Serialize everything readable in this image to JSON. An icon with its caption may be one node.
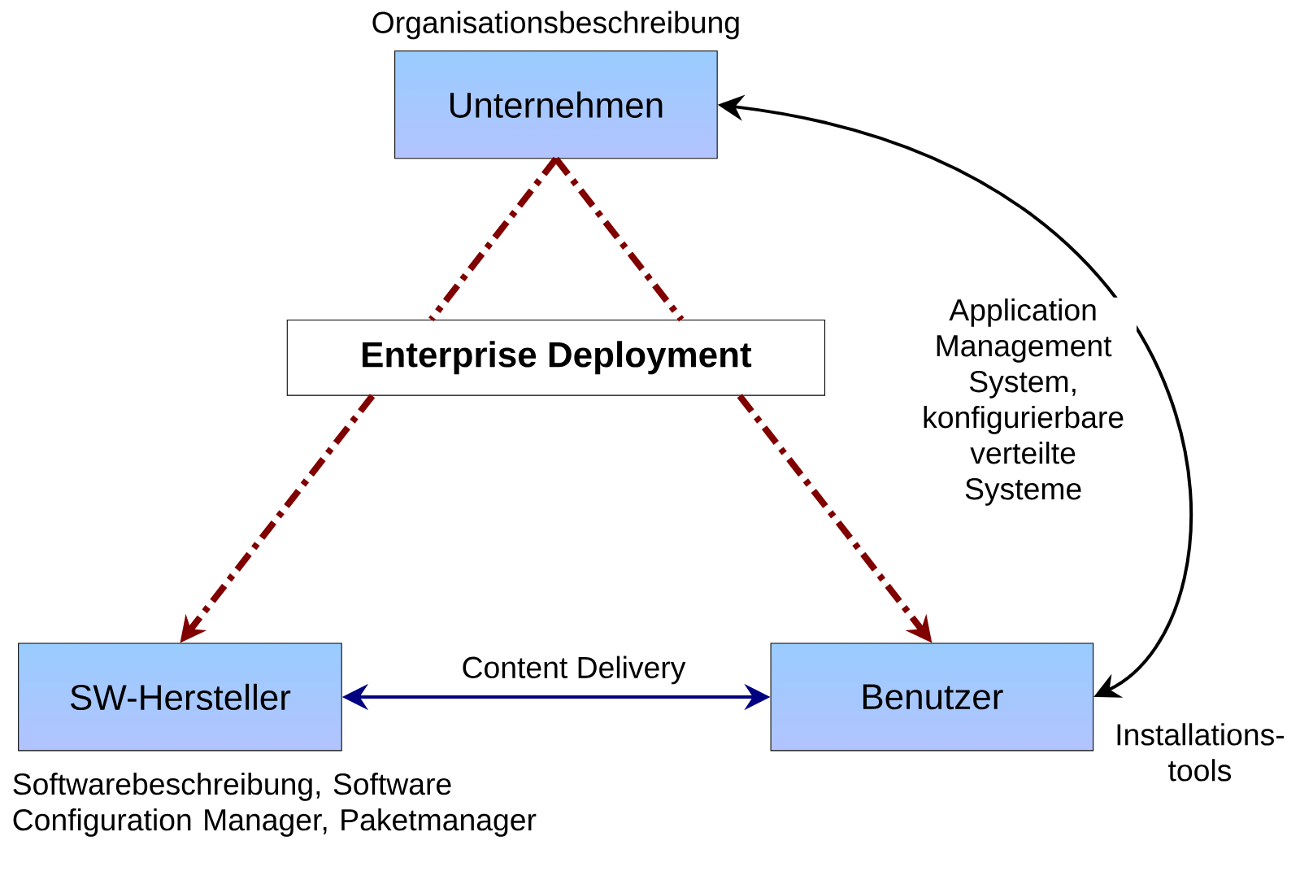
{
  "diagram": {
    "nodes": [
      {
        "text": [
          "Unternehmen"
        ],
        "beside": [
          "Organisationsbeschreibung"
        ]
      },
      {
        "text": [
          "Enterprise Deployment"
        ]
      },
      {
        "text": [
          "SW-Hersteller"
        ],
        "beside": [
          "Softwarebeschreibung, Software Configuration Manager, Paketmanager"
        ]
      },
      {
        "text": [
          "Benutzer"
        ],
        "beside": [
          "Installations- tools"
        ]
      }
    ],
    "edges": [
      {
        "from": 0,
        "to": 1,
        "arrow": "none",
        "style": "dashed",
        "color": "#800000"
      },
      {
        "from": 0,
        "to": 1,
        "arrow": "none",
        "style": "dashed",
        "color": "#800000"
      },
      {
        "from": 1,
        "to": 2,
        "arrow": "to",
        "style": "dashed",
        "color": "#800000"
      },
      {
        "from": 1,
        "to": 3,
        "arrow": "to",
        "style": "dashed",
        "color": "#800000"
      },
      {
        "from": 2,
        "to": 3,
        "arrow": "both",
        "label": "Content Delivery",
        "color": "#000080"
      },
      {
        "from": 3,
        "to": 0,
        "arrow": "both",
        "label": "Application Management System, konfigurierbare verteilte Systeme",
        "color": "#000000"
      }
    ]
  }
}
